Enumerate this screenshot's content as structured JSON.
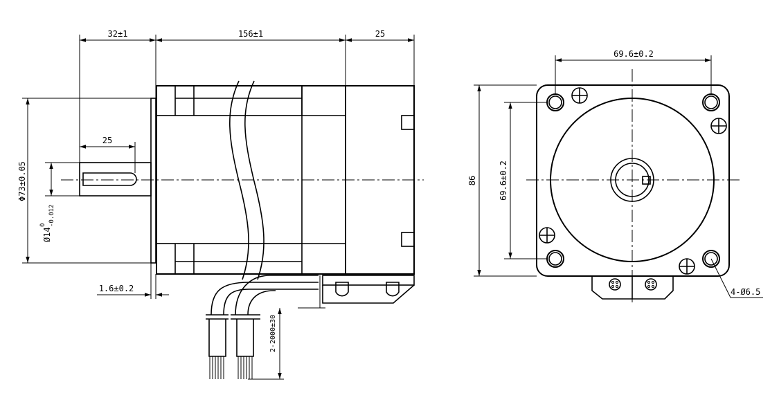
{
  "side_view": {
    "dim_flange_to_shaft_end": "32±1",
    "dim_body_length": "156±1",
    "dim_rear_cap": "25",
    "dim_shaft_key_length": "25",
    "dim_pilot_diameter": "Φ73±0.05",
    "dim_shaft_diameter_base": "Ø14",
    "dim_shaft_tol_upper": "0",
    "dim_shaft_tol_lower": "-0.012",
    "dim_flange_thickness": "1.6±0.2",
    "dim_lead_length": "2-2000±30"
  },
  "front_view": {
    "dim_hole_spacing_h": "69.6±0.2",
    "dim_hole_spacing_v": "69.6±0.2",
    "dim_square": "86",
    "dim_mount_holes": "4-Ø6.5"
  }
}
